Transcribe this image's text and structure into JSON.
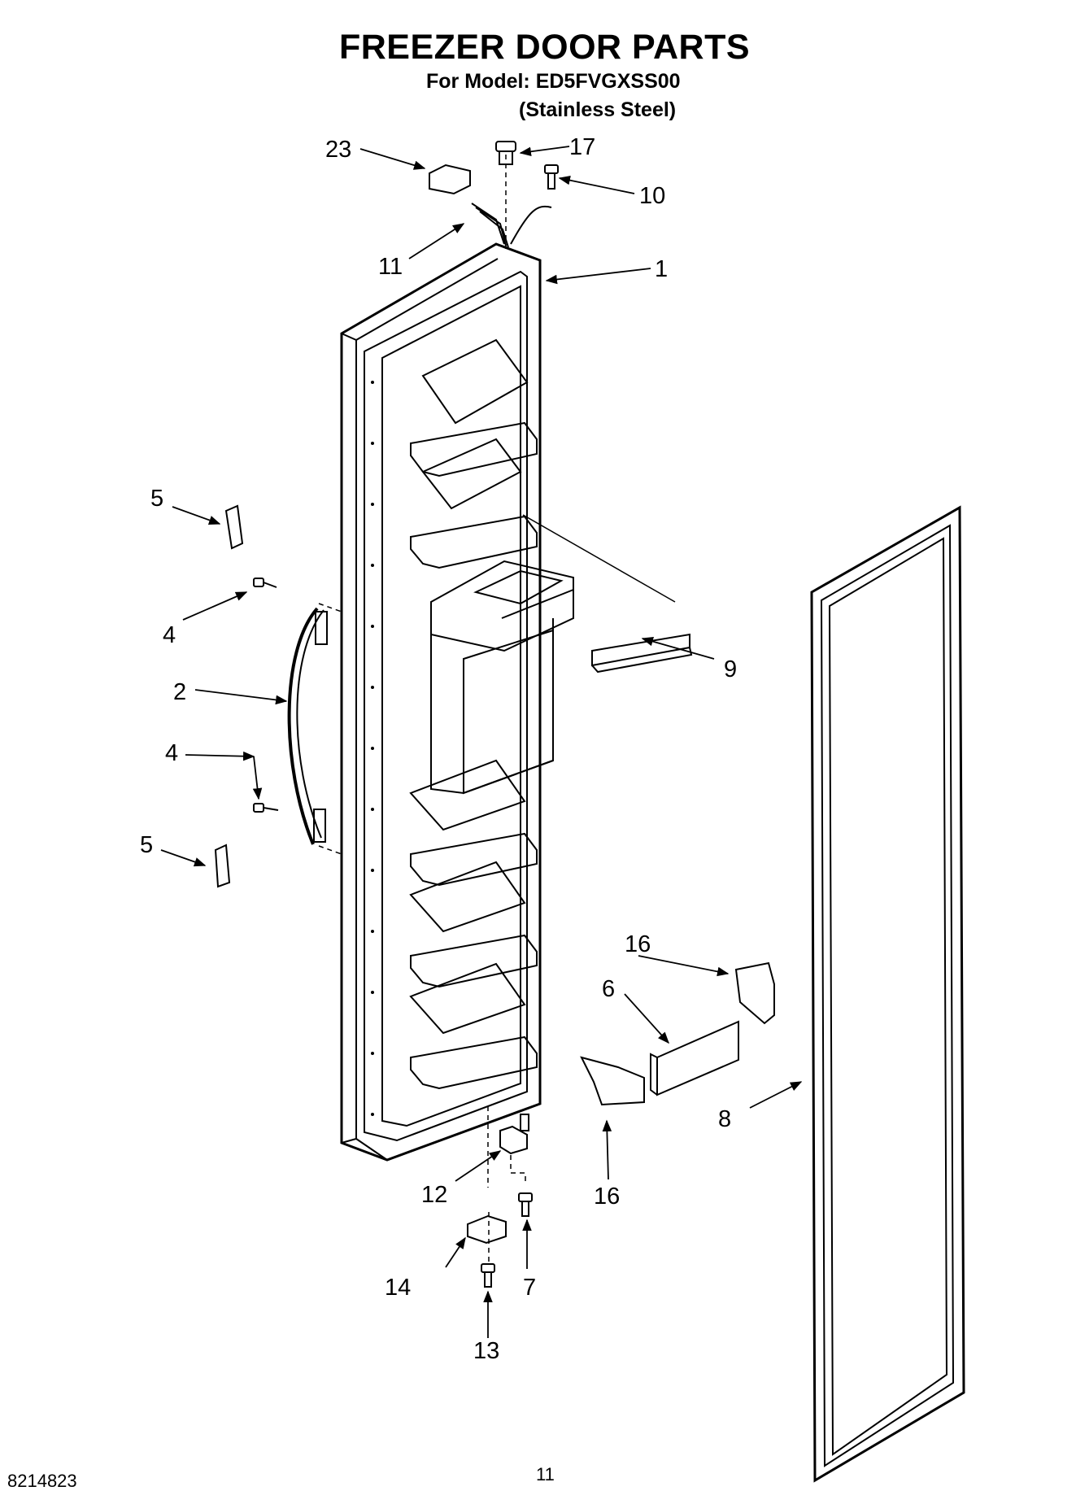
{
  "header": {
    "title": "FREEZER DOOR PARTS",
    "model_line": "For Model: ED5FVGXSS00",
    "finish": "(Stainless Steel)"
  },
  "callouts": {
    "c1": "1",
    "c2": "2",
    "c4a": "4",
    "c4b": "4",
    "c5a": "5",
    "c5b": "5",
    "c6": "6",
    "c7": "7",
    "c8": "8",
    "c9": "9",
    "c10": "10",
    "c11": "11",
    "c12": "12",
    "c13": "13",
    "c14": "14",
    "c16a": "16",
    "c16b": "16",
    "c17": "17",
    "c23": "23"
  },
  "footer": {
    "doc_number": "8214823",
    "page_number": "11"
  }
}
